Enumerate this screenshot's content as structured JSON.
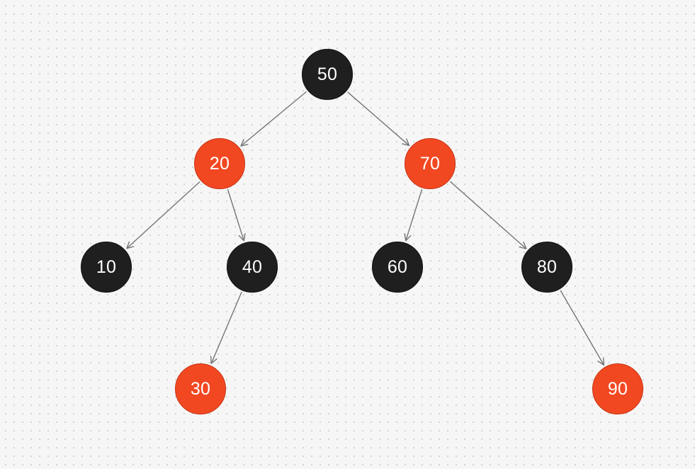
{
  "tree": {
    "colors": {
      "black": "#1f1f1f",
      "red": "#f24822",
      "edge": "#757575",
      "label": "#ffffff"
    },
    "nodes": [
      {
        "id": "n50",
        "label": "50",
        "color": "black"
      },
      {
        "id": "n20",
        "label": "20",
        "color": "red"
      },
      {
        "id": "n70",
        "label": "70",
        "color": "red"
      },
      {
        "id": "n10",
        "label": "10",
        "color": "black"
      },
      {
        "id": "n40",
        "label": "40",
        "color": "black"
      },
      {
        "id": "n60",
        "label": "60",
        "color": "black"
      },
      {
        "id": "n80",
        "label": "80",
        "color": "black"
      },
      {
        "id": "n30",
        "label": "30",
        "color": "red"
      },
      {
        "id": "n90",
        "label": "90",
        "color": "red"
      }
    ],
    "edges": [
      {
        "from": "n50",
        "to": "n20"
      },
      {
        "from": "n50",
        "to": "n70"
      },
      {
        "from": "n20",
        "to": "n10"
      },
      {
        "from": "n20",
        "to": "n40"
      },
      {
        "from": "n70",
        "to": "n60"
      },
      {
        "from": "n70",
        "to": "n80"
      },
      {
        "from": "n40",
        "to": "n30"
      },
      {
        "from": "n80",
        "to": "n90"
      }
    ]
  }
}
